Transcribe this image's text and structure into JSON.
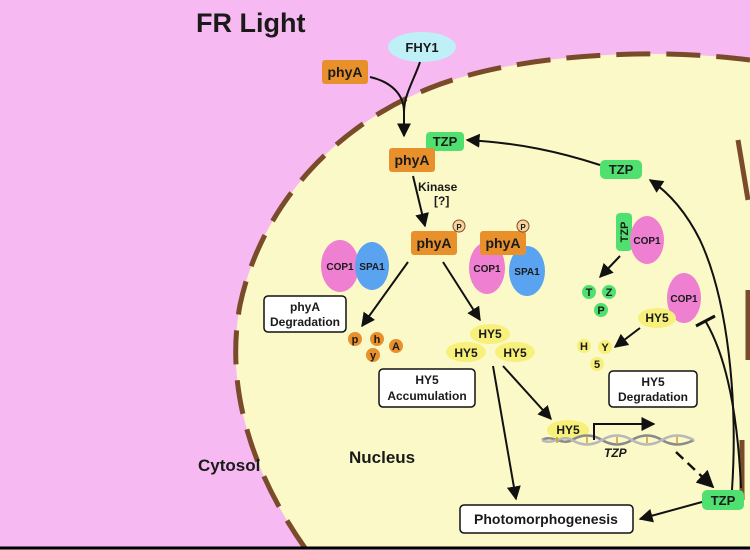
{
  "title": "FR Light",
  "labels": {
    "cytosol": "Cytosol",
    "nucleus": "Nucleus",
    "kinase": "Kinase",
    "kinase_q": "[?]"
  },
  "proteins": {
    "fhy1": "FHY1",
    "phya": "phyA",
    "tzp": "TZP",
    "cop1": "COP1",
    "spa1": "SPA1",
    "hy5": "HY5",
    "phospho": "P"
  },
  "boxes": {
    "phya_degradation": [
      "phyA",
      "Degradation"
    ],
    "hy5_accumulation": [
      "HY5",
      "Accumulation"
    ],
    "hy5_degradation": [
      "HY5",
      "Degradation"
    ],
    "photomorphogenesis": "Photomorphogenesis"
  },
  "fragments": {
    "phya": [
      "p",
      "h",
      "y",
      "A"
    ],
    "tzp": [
      "T",
      "Z",
      "P"
    ],
    "hy5": [
      "H",
      "Y",
      "5"
    ]
  },
  "gene": "TZP",
  "colors": {
    "background": "#f7b9f1",
    "nucleus": "#fbf9c8",
    "phya": "#e8902c",
    "fhy1": "#bff0f7",
    "tzp": "#4fe070",
    "cop1": "#ef7fd0",
    "spa1": "#5aa3f0",
    "hy5": "#f7f07a"
  }
}
